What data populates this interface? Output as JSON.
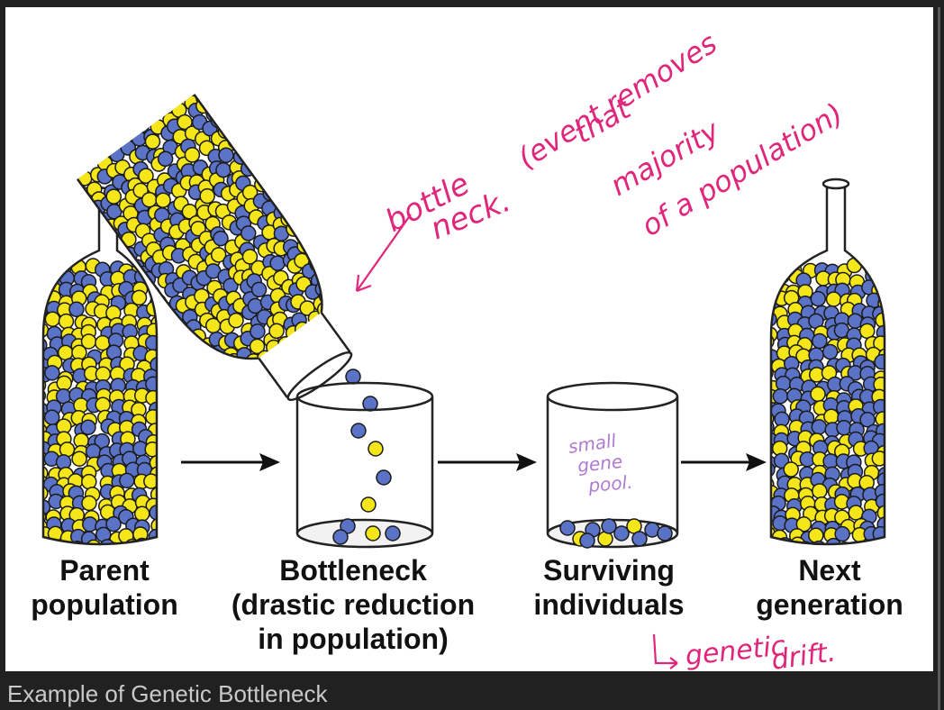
{
  "labels": {
    "parent": "Parent\npopulation",
    "bottleneck": "Bottleneck\n(drastic reduction\nin population)",
    "surviving": "Surviving\nindividuals",
    "next": "Next\ngeneration"
  },
  "annotations": {
    "bottle_neck": [
      "bottle",
      "neck."
    ],
    "definition": [
      "(event removes",
      "that",
      "majority",
      "of a population)"
    ],
    "small_gene_pool": [
      "small",
      "gene",
      "pool."
    ],
    "genetic_drift": [
      "genetic",
      "drift."
    ]
  },
  "caption": "Example of Genetic Bottleneck",
  "colors": {
    "blue_marble": "#5b73c7",
    "yellow_marble": "#f5e619",
    "ink_pink": "#e0267a",
    "ink_purple": "#b07ad0",
    "background": "#212121",
    "panel": "#ffffff"
  }
}
